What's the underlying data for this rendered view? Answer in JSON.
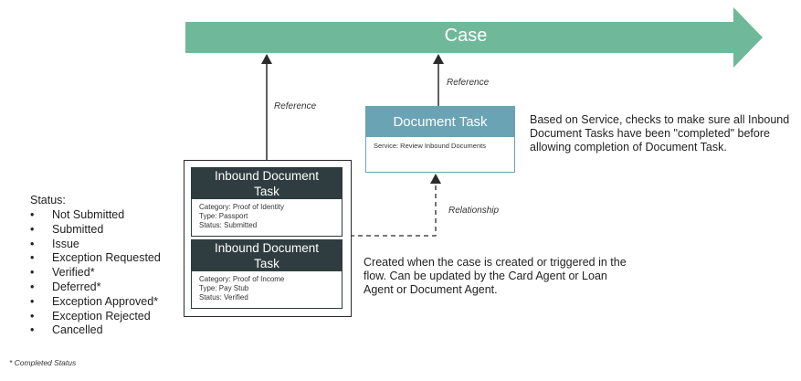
{
  "case_label": "Case",
  "reference_label_left": "Reference",
  "reference_label_right": "Reference",
  "relationship_label": "Relationship",
  "document_task": {
    "title": "Document Task",
    "service": "Service: Review Inbound Documents"
  },
  "inbound_tasks": [
    {
      "title_line1": "Inbound Document",
      "title_line2": "Task",
      "category": "Category: Proof of Identity",
      "type": "Type: Passport",
      "status": "Status: Submitted"
    },
    {
      "title_line1": "Inbound Document",
      "title_line2": "Task",
      "category": "Category: Proof of Income",
      "type": "Type: Pay Stub",
      "status": "Status: Verified"
    }
  ],
  "doc_task_note": "Based on Service, checks to make sure all Inbound Document Tasks have been \"completed\" before allowing completion of Document Task.",
  "inbound_note": "Created when the case is created or triggered in the flow. Can be updated by the Card Agent or Loan Agent or Document Agent.",
  "status_title": "Status:",
  "statuses": [
    "Not Submitted",
    "Submitted",
    "Issue",
    "Exception Requested",
    "Verified*",
    "Deferred*",
    "Exception Approved*",
    "Exception Rejected",
    "Cancelled"
  ],
  "footnote": "* Completed Status",
  "colors": {
    "case_arrow": "#6fb89a",
    "document_task": "#6aa3b3",
    "inbound_header": "#2f3d40"
  }
}
